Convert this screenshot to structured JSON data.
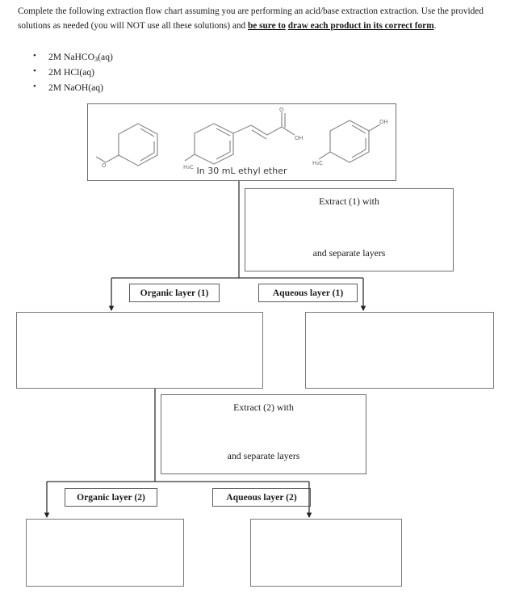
{
  "prompt": {
    "line1": "Complete the following extraction flow chart assuming you are performing an acid/base extraction",
    "line2": "extraction. Use the provided solutions as needed (you will NOT use all these solutions) and ",
    "emphasis1": "be sure to",
    "emphasis2": "draw each product in its correct form",
    "period": "."
  },
  "solutions": {
    "items": [
      {
        "prefix": "2M NaHCO",
        "sub": "3",
        "suffix": "(aq)"
      },
      {
        "prefix": "2M HCl(aq)",
        "sub": "",
        "suffix": ""
      },
      {
        "prefix": "2M NaOH(aq)",
        "sub": "",
        "suffix": ""
      }
    ]
  },
  "starting_mixture": {
    "caption": "In 30 mL ethyl ether",
    "molecules": [
      {
        "name": "anisole",
        "labels": [
          "O"
        ]
      },
      {
        "name": "4-methylcinnamic-acid",
        "labels": [
          "H3C",
          "O",
          "OH"
        ]
      },
      {
        "name": "4-methylphenol",
        "labels": [
          "H3C",
          "OH"
        ]
      }
    ]
  },
  "extract1": {
    "title": "Extract (1) with",
    "subtitle": "and separate layers"
  },
  "extract2": {
    "title": "Extract (2) with",
    "subtitle": "and separate layers"
  },
  "layers": {
    "organic1": "Organic layer (1)",
    "aqueous1": "Aqueous layer (1)",
    "organic2": "Organic layer (2)",
    "aqueous2": "Aqueous layer (2)"
  },
  "answer_boxes": {
    "organic1": "",
    "aqueous1": "",
    "organic2": "",
    "aqueous2": ""
  },
  "colors": {
    "ink": "#1a1a1a",
    "box_border": "#6e6e6e",
    "connector": "#333333",
    "structure_line": "#808080"
  }
}
